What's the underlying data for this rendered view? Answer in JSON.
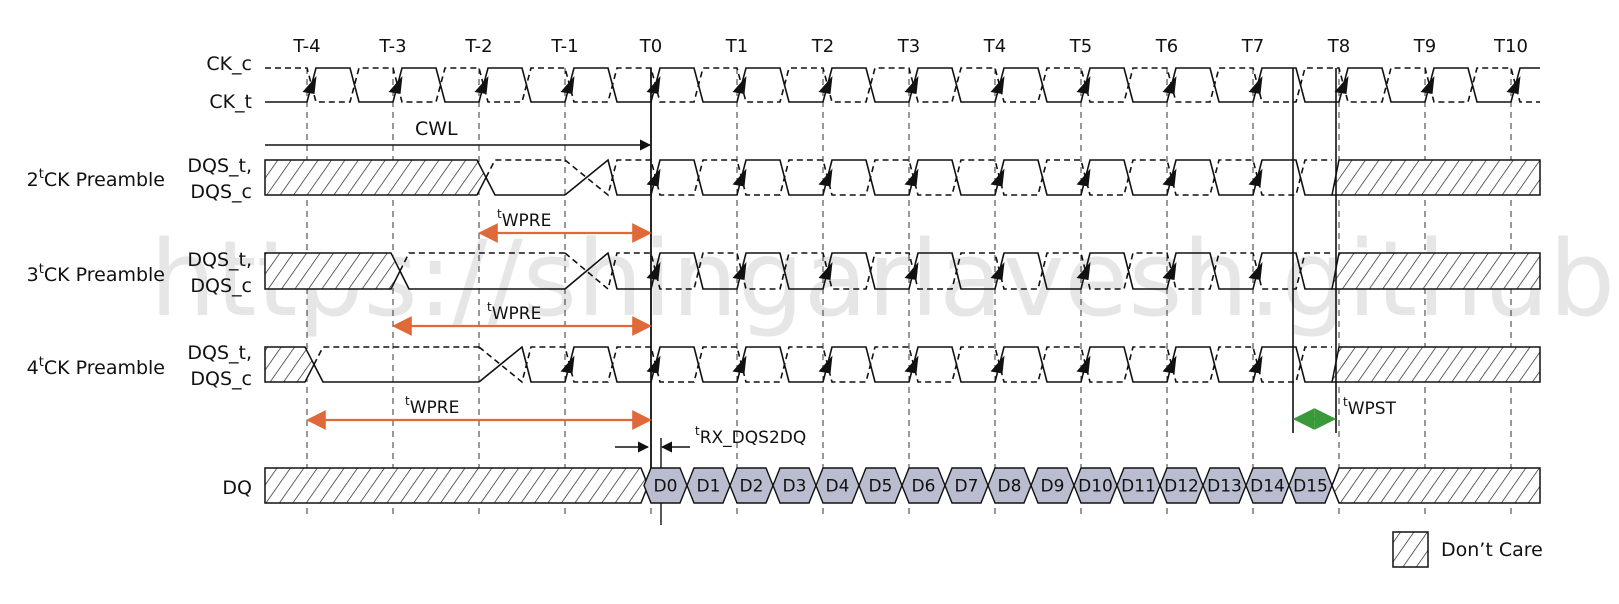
{
  "clock": {
    "cycles": [
      "T-4",
      "T-3",
      "T-2",
      "T-1",
      "T0",
      "T1",
      "T2",
      "T3",
      "T4",
      "T5",
      "T6",
      "T7",
      "T8",
      "T9",
      "T10"
    ],
    "signals": [
      "CK_c",
      "CK_t"
    ]
  },
  "cwl_label": "CWL",
  "rows": [
    {
      "title_pre": "2",
      "title_sup": "t",
      "title_post": "CK Preamble",
      "sig1": "DQS_t,",
      "sig2": "DQS_c",
      "twpre_sup": "t",
      "twpre": "WPRE",
      "dont_care_until": "T-2",
      "toggle_from": "T-1",
      "color": "#e0693a"
    },
    {
      "title_pre": "3",
      "title_sup": "t",
      "title_post": "CK Preamble",
      "sig1": "DQS_t,",
      "sig2": "DQS_c",
      "twpre_sup": "t",
      "twpre": "WPRE",
      "dont_care_until": "T-3",
      "toggle_from": "T-1",
      "color": "#e0693a"
    },
    {
      "title_pre": "4",
      "title_sup": "t",
      "title_post": "CK Preamble",
      "sig1": "DQS_t,",
      "sig2": "DQS_c",
      "twpre_sup": "t",
      "twpre": "WPRE",
      "dont_care_until": "T-4",
      "toggle_from": "T-2",
      "color": "#e0693a"
    }
  ],
  "twpst": {
    "sup": "t",
    "label": "WPST",
    "color": "#3a9a3a"
  },
  "trx": {
    "sup": "t",
    "label": "RX_DQS2DQ"
  },
  "dq": {
    "label": "DQ",
    "bits": [
      "D0",
      "D1",
      "D2",
      "D3",
      "D4",
      "D5",
      "D6",
      "D7",
      "D8",
      "D9",
      "D10",
      "D11",
      "D12",
      "D13",
      "D14",
      "D15"
    ],
    "fill": "#b9bdcf"
  },
  "legend": {
    "label": "Don’t Care"
  },
  "watermark": "https://shingarlavesh.github.io/"
}
